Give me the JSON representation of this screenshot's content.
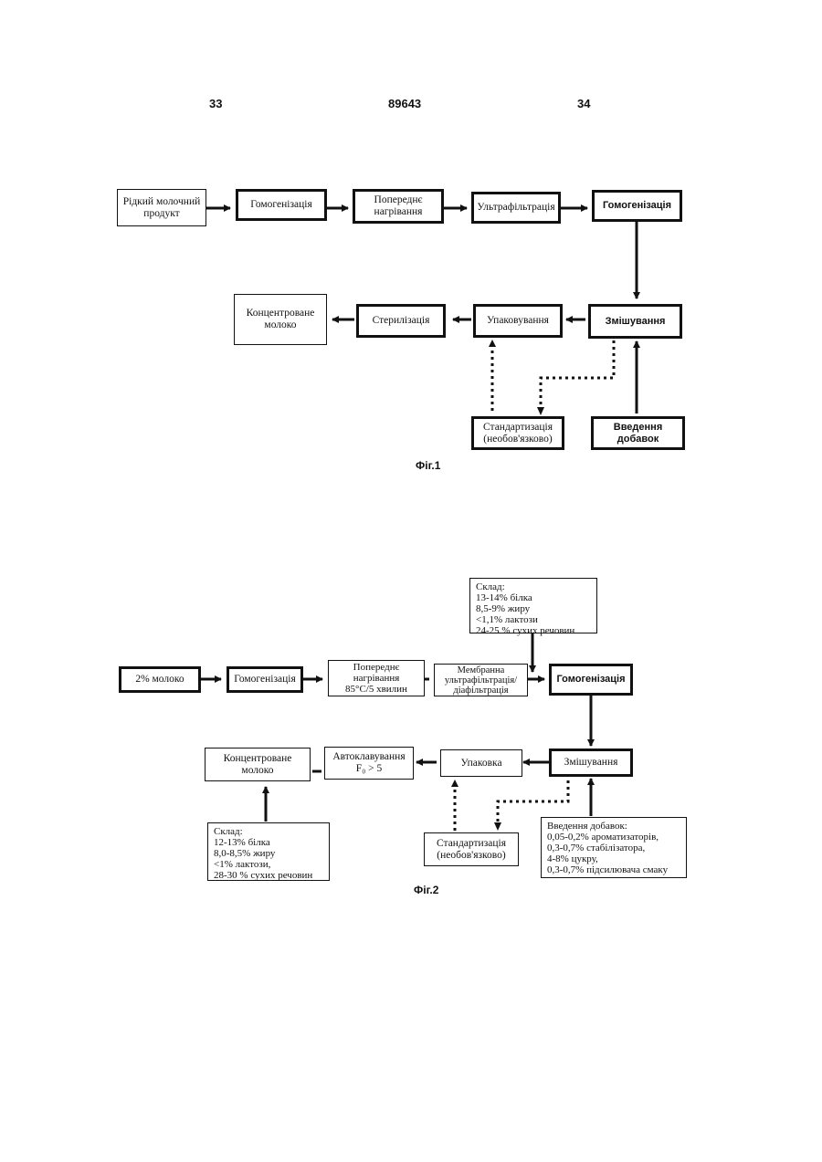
{
  "header": {
    "left_page": "33",
    "doc_number": "89643",
    "right_page": "34"
  },
  "fig1": {
    "caption": "Фіг.1",
    "liquid_dairy": "Рідкий молочний\nпродукт",
    "homogenization1": "Гомогенізація",
    "preheating": "Попереднє\nнагрівання",
    "ultrafiltration": "Ультрафільтрація",
    "homogenization2": "Гомогенізація",
    "mixing": "Змішування",
    "packaging": "Упаковування",
    "sterilization": "Стерилізація",
    "concentrated_milk": "Концентроване\nмолоко",
    "standardization": "Стандартизація\n(необов'язково)",
    "additives": "Введення добавок"
  },
  "fig2": {
    "caption": "Фіг.2",
    "milk": "2% молоко",
    "homogenization1": "Гомогенізація",
    "preheating": "Попереднє\nнагрівання\n85°C/5 хвилин",
    "membrane": "Мембранна\nультрафільтрація/\nдіафільтрація",
    "homogenization2": "Гомогенізація",
    "composition_top": "Склад:\n13-14% білка\n8,5-9% жиру\n<1,1% лактози\n24-25 % сухих речовин",
    "mixing": "Змішування",
    "packaging": "Упаковка",
    "autoclaving": "Автоклавування\nF₀ > 5",
    "concentrated_milk": "Концентроване\nмолоко",
    "composition_bottom": "Склад:\n12-13% білка\n8,0-8,5% жиру\n<1% лактози,\n28-30 % сухих речовин",
    "standardization": "Стандартизація\n(необов'язково)",
    "additives": "Введення добавок:\n0,05-0,2% ароматизаторів,\n0,3-0,7% стабілізатора,\n 4-8% цукру,\n0,3-0,7% підсилювача смаку"
  }
}
